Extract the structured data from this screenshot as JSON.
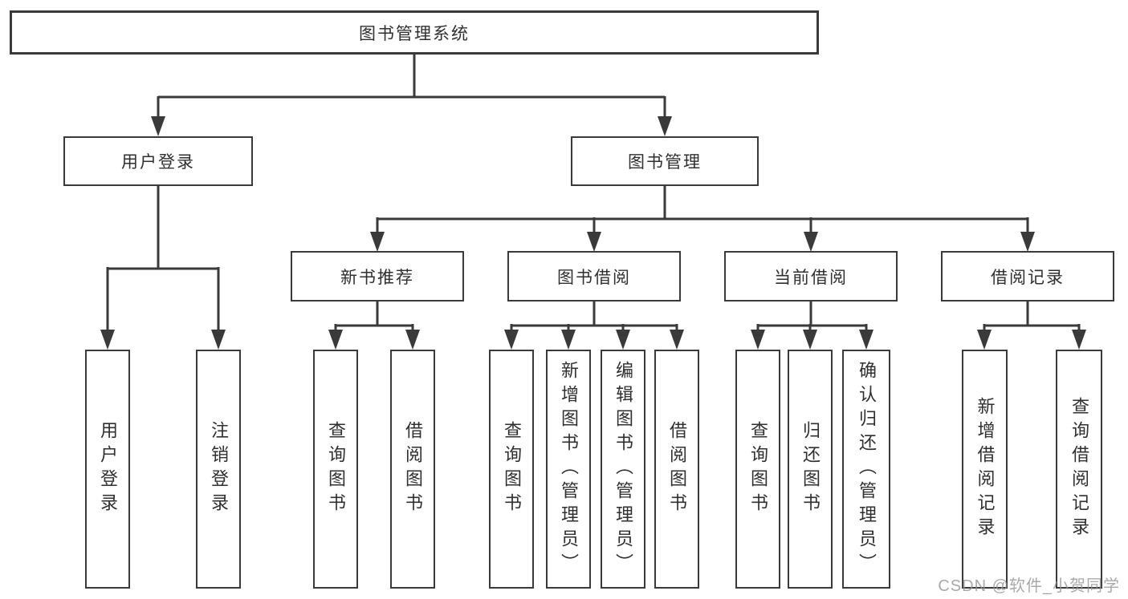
{
  "watermark": "CSDN @软件_小贺同学",
  "colors": {
    "line": "#3a3a3a",
    "text": "#2f2f2f",
    "watermark": "#949494"
  },
  "tree": {
    "root": {
      "label": "图书管理系统"
    },
    "branches": [
      {
        "label": "用户登录",
        "children": [
          "用户登录",
          "注销登录"
        ]
      },
      {
        "label": "图书管理",
        "children": [
          {
            "label": "新书推荐",
            "children": [
              "查询图书",
              "借阅图书"
            ]
          },
          {
            "label": "图书借阅",
            "children": [
              "查询图书",
              "新增图书（管理员）",
              "编辑图书（管理员）",
              "借阅图书"
            ]
          },
          {
            "label": "当前借阅",
            "children": [
              "查询图书",
              "归还图书",
              "确认归还（管理员）"
            ]
          },
          {
            "label": "借阅记录",
            "children": [
              "新增借阅记录",
              "查询借阅记录"
            ]
          }
        ]
      }
    ]
  }
}
